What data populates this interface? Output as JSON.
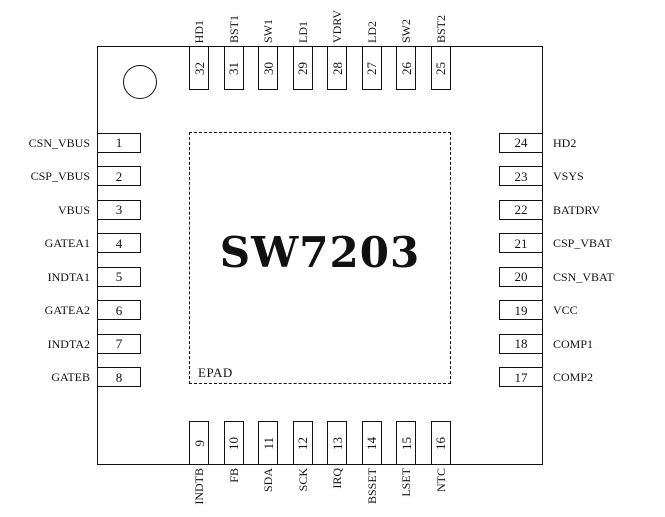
{
  "diagram": {
    "chip_name": "SW7203",
    "epad_label": "EPAD"
  },
  "pins": {
    "top": [
      {
        "num": "32",
        "label": "HD1"
      },
      {
        "num": "31",
        "label": "BST1"
      },
      {
        "num": "30",
        "label": "SW1"
      },
      {
        "num": "29",
        "label": "LD1"
      },
      {
        "num": "28",
        "label": "VDRV"
      },
      {
        "num": "27",
        "label": "LD2"
      },
      {
        "num": "26",
        "label": "SW2"
      },
      {
        "num": "25",
        "label": "BST2"
      }
    ],
    "left": [
      {
        "num": "1",
        "label": "CSN_VBUS"
      },
      {
        "num": "2",
        "label": "CSP_VBUS"
      },
      {
        "num": "3",
        "label": "VBUS"
      },
      {
        "num": "4",
        "label": "GATEA1"
      },
      {
        "num": "5",
        "label": "INDTA1"
      },
      {
        "num": "6",
        "label": "GATEA2"
      },
      {
        "num": "7",
        "label": "INDTA2"
      },
      {
        "num": "8",
        "label": "GATEB"
      }
    ],
    "right": [
      {
        "num": "24",
        "label": "HD2"
      },
      {
        "num": "23",
        "label": "VSYS"
      },
      {
        "num": "22",
        "label": "BATDRV"
      },
      {
        "num": "21",
        "label": "CSP_VBAT"
      },
      {
        "num": "20",
        "label": "CSN_VBAT"
      },
      {
        "num": "19",
        "label": "VCC"
      },
      {
        "num": "18",
        "label": "COMP1"
      },
      {
        "num": "17",
        "label": "COMP2"
      }
    ],
    "bottom": [
      {
        "num": "9",
        "label": "INDTB"
      },
      {
        "num": "10",
        "label": "FB"
      },
      {
        "num": "11",
        "label": "SDA"
      },
      {
        "num": "12",
        "label": "SCK"
      },
      {
        "num": "13",
        "label": "IRQ"
      },
      {
        "num": "14",
        "label": "BSSET"
      },
      {
        "num": "15",
        "label": "LSET"
      },
      {
        "num": "16",
        "label": "NTC"
      }
    ]
  },
  "colors": {
    "line": "#111111",
    "background": "#ffffff",
    "text": "#111111"
  }
}
